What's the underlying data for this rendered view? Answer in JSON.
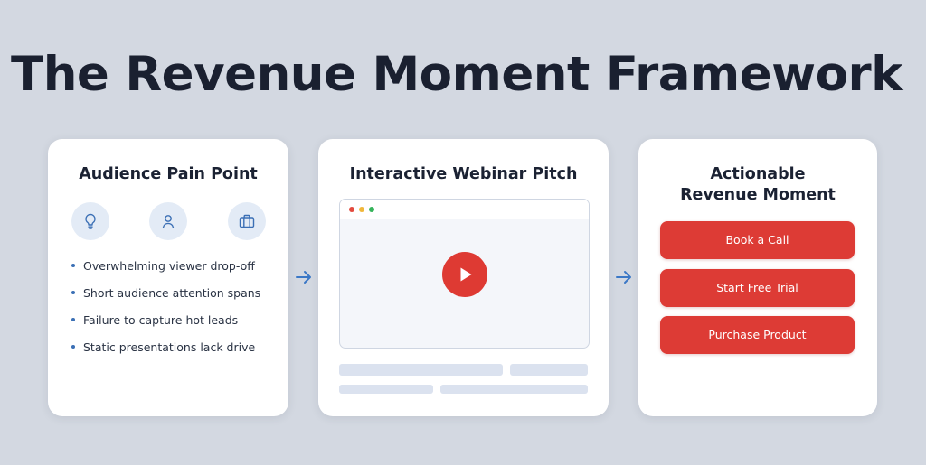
{
  "title": "The Revenue Moment Framework",
  "colors": {
    "accent_red": "#dd3b35",
    "arrow_blue": "#3b78c6",
    "bullet_blue": "#3b6fb5",
    "background": "#d3d8e1"
  },
  "card1": {
    "title": "Audience Pain Point",
    "icons": [
      "lightbulb-icon",
      "user-icon",
      "briefcase-icon"
    ],
    "bullets": [
      "Overwhelming viewer drop-off",
      "Short audience attention spans",
      "Failure to capture hot leads",
      "Static presentations lack drive"
    ]
  },
  "card2": {
    "title": "Interactive Webinar Pitch",
    "window_dots": [
      "#e34a3e",
      "#f0b73a",
      "#35b35a"
    ],
    "center_icon": "play-icon"
  },
  "card3": {
    "title": "Actionable Revenue Moment",
    "buttons": [
      "Book a Call",
      "Start Free Trial",
      "Purchase Product"
    ]
  },
  "connectors": [
    "arrow-right-icon",
    "arrow-right-icon"
  ]
}
